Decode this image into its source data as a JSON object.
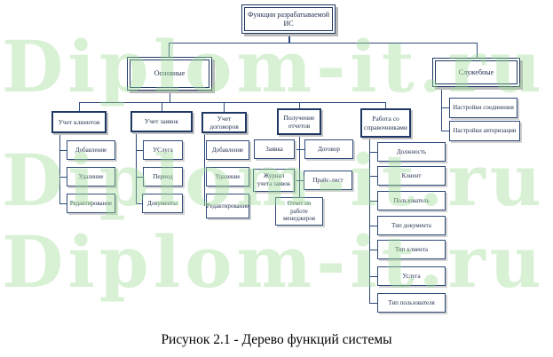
{
  "diagram": {
    "root": "Функции разрабатываемой ИС",
    "main": {
      "label": "Основные",
      "branches": [
        {
          "label": "Учет клиентов",
          "children": [
            "Добавление",
            "Удаление",
            "Редактирование"
          ]
        },
        {
          "label": "Учет заявок",
          "children": [
            "УСлуга",
            "Период",
            "Документы"
          ]
        },
        {
          "label": "Учет договоров",
          "children": [
            "Добавление",
            "Удаление",
            "Редактирование"
          ]
        },
        {
          "label": "Получение отчетов",
          "children": [
            "Заявка",
            "Договор",
            "Журнал учета заявок",
            "Прайс-лист",
            "Отчет по работе менеджеров"
          ]
        },
        {
          "label": "Работа со справочниками",
          "children": [
            "Должность",
            "Клиент",
            "Пользователь",
            "Тип документа",
            "Тип клиента",
            "Услуга",
            "Тип пользователя"
          ]
        }
      ]
    },
    "service": {
      "label": "Служебные",
      "children": [
        "Настройки соединения",
        "Настройки авторизации"
      ]
    }
  },
  "caption": "Рисунок 2.1 - Дерево функций системы",
  "watermark": {
    "text": "Diplom-it.ru",
    "color": "#cdeec6"
  },
  "colors": {
    "border": "#1F3864",
    "shadow": "#b9b9b9"
  }
}
